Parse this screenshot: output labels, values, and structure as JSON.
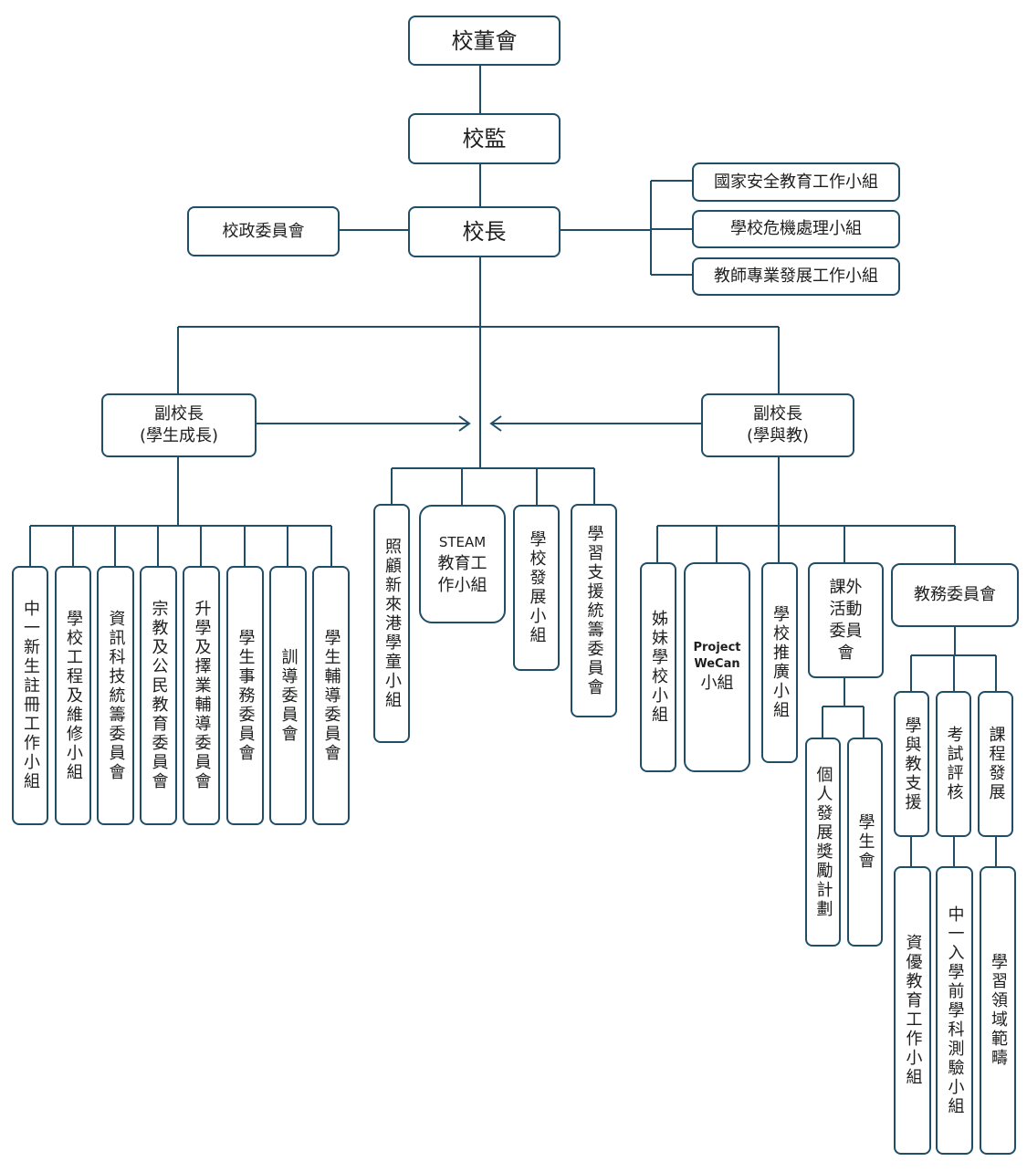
{
  "nodes": {
    "board": "校董會",
    "supervisor": "校監",
    "principal": "校長",
    "admin_committee": "校政委員會",
    "national_security": "國家安全教育工作小組",
    "crisis": "學校危機處理小組",
    "teacher_pd": "教師專業發展工作小組",
    "vp_growth_title": "副校長",
    "vp_growth_sub": "(學生成長)",
    "vp_teaching_title": "副校長",
    "vp_teaching_sub": "(學與教)",
    "g1": "中一新生註冊工作小組",
    "g2": "學校工程及維修小組",
    "g3": "資訊科技統籌委員會",
    "g4": "宗教及公民教育委員會",
    "g5": "升學及擇業輔導委員會",
    "g6": "學生事務委員會",
    "g7": "訓導委員會",
    "g8": "學生輔導委員會",
    "c1": "照顧新來港學童小組",
    "c2_l1": "STEAM",
    "c2_l2": "教育工\n作小組",
    "c3": "學校發展小組",
    "c4": "學習支援統籌委員會",
    "t1": "姊妹學校小組",
    "t2_l1": "Project\nWeCan",
    "t2_l2": "小組",
    "t3": "學校推廣小組",
    "t4": "課外\n活動\n委員\n會",
    "t5": "教務委員會",
    "t4a": "個人發展獎勵計劃",
    "t4b": "學生會",
    "t5a": "學與教支援",
    "t5b": "考試評核",
    "t5c": "課程發展",
    "t5a1": "資優教育工作小組",
    "t5b1": "中一入學前學科測驗小組",
    "t5c1": "學習領域範疇"
  },
  "colors": {
    "line": "#1f4e66",
    "border": "#1f4e66",
    "text": "#1e1e1e"
  }
}
